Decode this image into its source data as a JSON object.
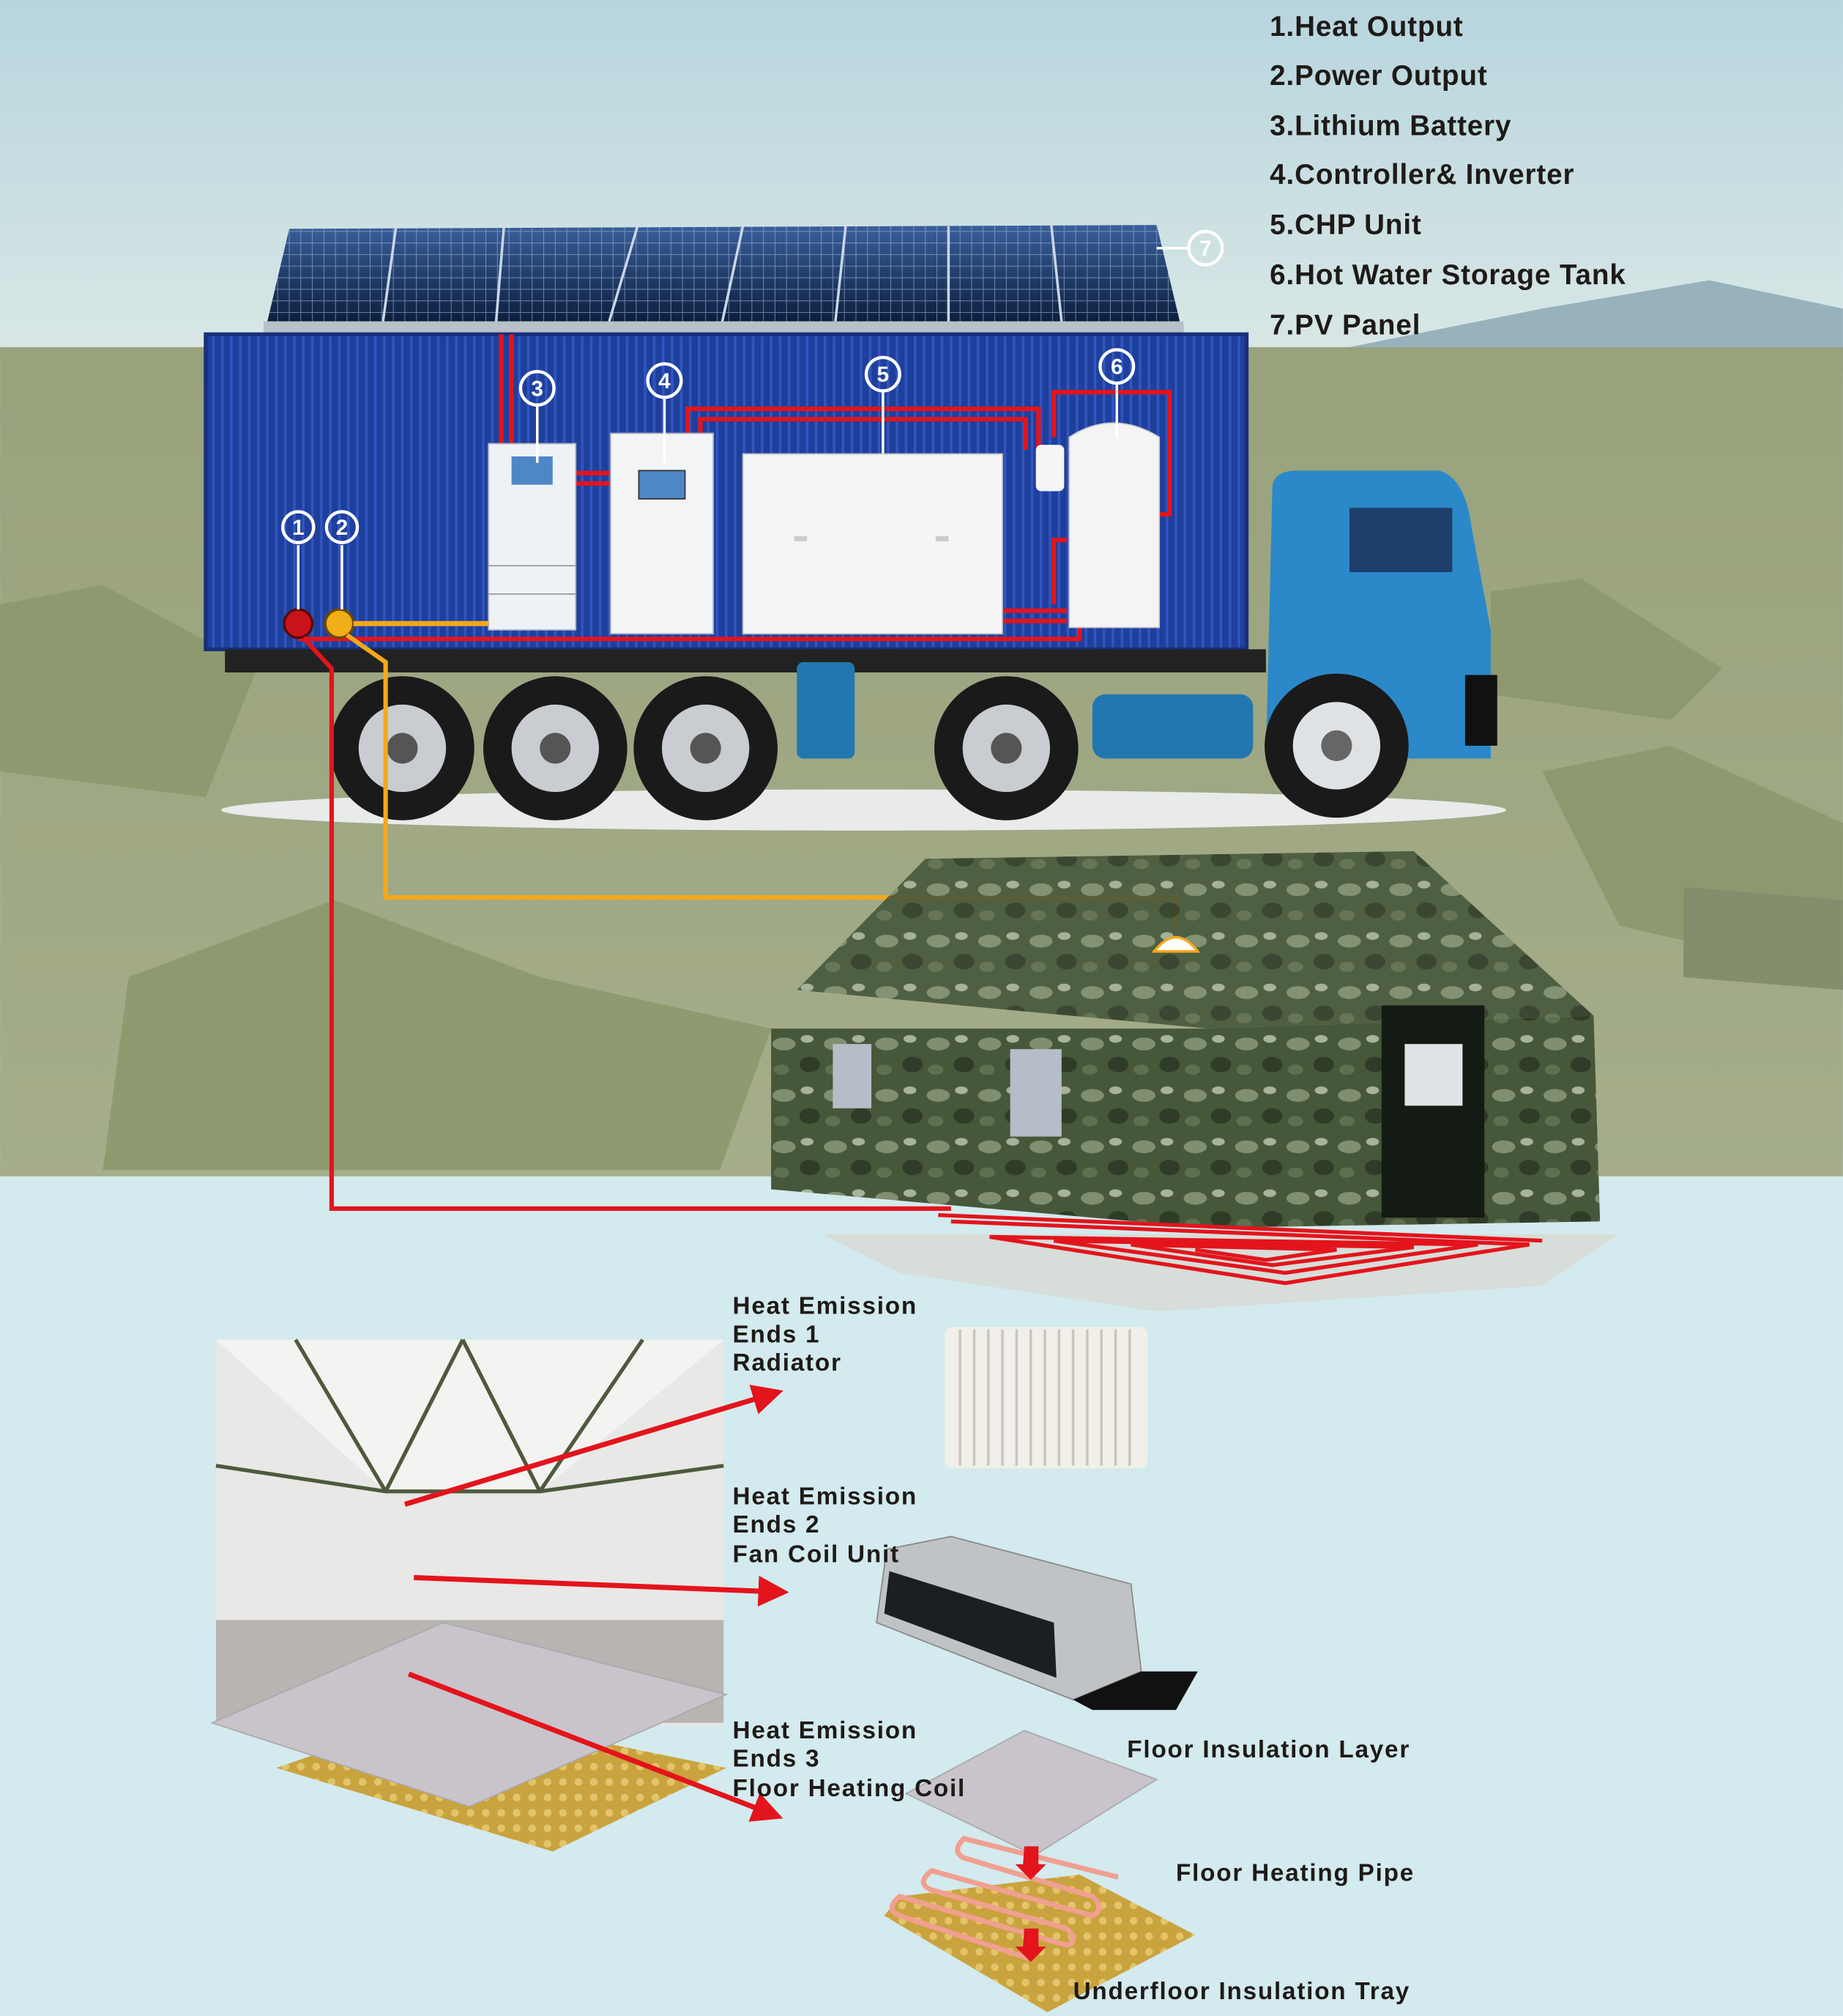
{
  "legend": [
    "1.Heat Output",
    "2.Power Output",
    "3.Lithium Battery",
    "4.Controller& Inverter",
    "5.CHP Unit",
    "6.Hot Water Storage Tank",
    "7.PV Panel"
  ],
  "callouts": {
    "c1": "1",
    "c2": "2",
    "c3": "3",
    "c4": "4",
    "c5": "5",
    "c6": "6",
    "c7": "7"
  },
  "emission_ends": [
    {
      "line1": "Heat Emission",
      "line2": "Ends 1",
      "line3": "Radiator"
    },
    {
      "line1": "Heat Emission",
      "line2": "Ends 2",
      "line3": "Fan Coil Unit"
    },
    {
      "line1": "Heat Emission",
      "line2": "Ends 3",
      "line3": "Floor Heating Coil"
    }
  ],
  "floor_layers": {
    "insulation_layer": "Floor Insulation Layer",
    "heating_pipe": "Floor Heating Pipe",
    "tray": "Underfloor Insulation Tray"
  },
  "colors": {
    "container": "#1f3f9c",
    "cab": "#2b88c9",
    "heat_pipe": "#e3141c",
    "power_line": "#f5a81c",
    "sky": "#c6dfe5",
    "ground": "#8d9870",
    "lower_bg": "#d3eaee"
  }
}
